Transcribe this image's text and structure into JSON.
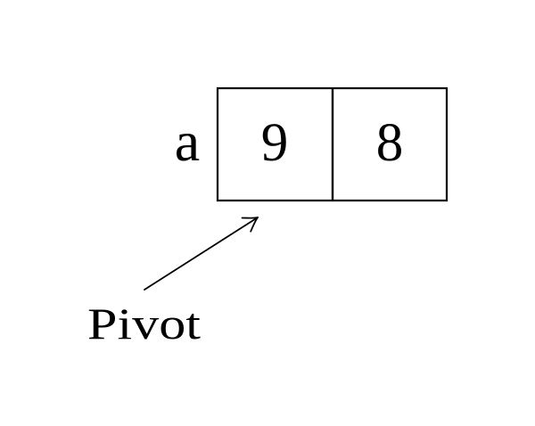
{
  "figure": {
    "colors": {
      "line": "#000000",
      "background": "#ffffff"
    },
    "array": {
      "label": "a",
      "cells": [
        {
          "value": "9"
        },
        {
          "value": "8"
        }
      ]
    },
    "pivot": {
      "label": "Pivot"
    }
  }
}
